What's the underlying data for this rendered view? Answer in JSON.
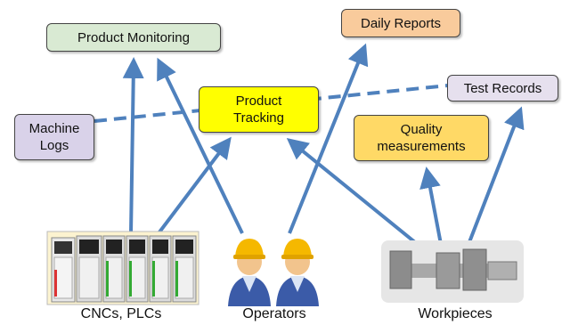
{
  "colors": {
    "arrow": "#4f81bd",
    "product_monitoring_fill": "#d9ead3",
    "daily_reports_fill": "#f9cb9c",
    "product_tracking_fill": "#ffff00",
    "test_records_fill": "#e6e0ee",
    "machine_logs_fill": "#d9d2e9",
    "quality_measurements_fill": "#ffd966"
  },
  "boxes": {
    "product_monitoring": "Product Monitoring",
    "daily_reports": "Daily Reports",
    "product_tracking": "Product\nTracking",
    "test_records": "Test Records",
    "machine_logs": "Machine\nLogs",
    "quality_measurements": "Quality\nmeasurements"
  },
  "sources": {
    "cncs_plcs": "CNCs, PLCs",
    "operators": "Operators",
    "workpieces": "Workpieces"
  },
  "icons": {
    "cncs_plcs": "plc-rack-icon",
    "operators": "operators-icon",
    "workpieces": "bolts-icon"
  }
}
